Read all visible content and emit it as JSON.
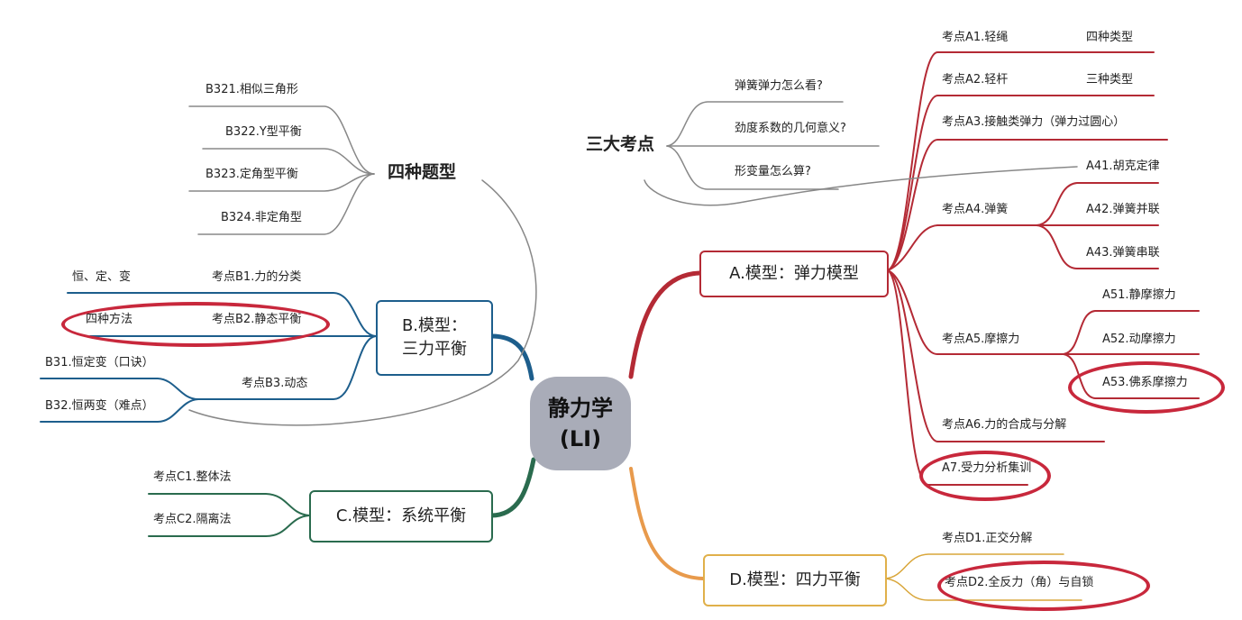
{
  "center": {
    "title": "静力学",
    "subtitle": "(LI)"
  },
  "colors": {
    "a": "#b42a35",
    "b": "#1d5e8c",
    "c": "#2a6b4e",
    "d": "#e89a4c",
    "highlight": "#c8283c",
    "gray": "#888888"
  },
  "branch_a": {
    "label": "A.模型：弹力模型",
    "a1": "考点A1.轻绳",
    "a1_note": "四种类型",
    "a2": "考点A2.轻杆",
    "a2_note": "三种类型",
    "a3": "考点A3.接触类弹力（弹力过圆心）",
    "a4": "考点A4.弹簧",
    "a41": "A41.胡克定律",
    "a42": "A42.弹簧并联",
    "a43": "A43.弹簧串联",
    "a5": "考点A5.摩擦力",
    "a51": "A51.静摩擦力",
    "a52": "A52.动摩擦力",
    "a53": "A53.佛系摩擦力",
    "a6": "考点A6.力的合成与分解",
    "a7": "A7.受力分析集训"
  },
  "three_points": {
    "title": "三大考点",
    "q1": "弹簧弹力怎么看?",
    "q2": "劲度系数的几何意义?",
    "q3": "形变量怎么算?"
  },
  "branch_b": {
    "label_line1": "B.模型：",
    "label_line2": "三力平衡",
    "b1": "考点B1.力的分类",
    "b1_note": "恒、定、变",
    "b2": "考点B2.静态平衡",
    "b2_note": "四种方法",
    "b3": "考点B3.动态",
    "b31": "B31.恒定变（口诀）",
    "b32": "B32.恒两变（难点）"
  },
  "four_types": {
    "title": "四种题型",
    "b321": "B321.相似三角形",
    "b322": "B322.Y型平衡",
    "b323": "B323.定角型平衡",
    "b324": "B324.非定角型"
  },
  "branch_c": {
    "label": "C.模型：系统平衡",
    "c1": "考点C1.整体法",
    "c2": "考点C2.隔离法"
  },
  "branch_d": {
    "label": "D.模型：四力平衡",
    "d1": "考点D1.正交分解",
    "d2": "考点D2.全反力（角）与自锁"
  }
}
